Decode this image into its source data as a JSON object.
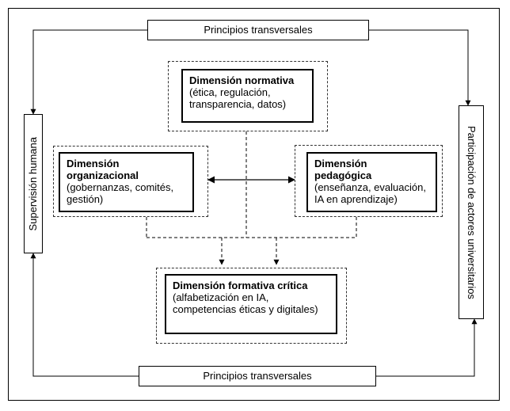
{
  "top_principles": "Principios transversales",
  "bottom_principles": "Principios transversales",
  "left_side": "Supervisión humana",
  "right_side": "Participación de actores universitarios",
  "normative": {
    "title": "Dimensión normativa",
    "detail_1": "(ética, regulación,",
    "detail_2": "transparencia, datos)"
  },
  "organizational": {
    "title_1": "Dimensión",
    "title_2": "organizacional",
    "detail_1": "(gobernanzas, comités,",
    "detail_2": "gestión)"
  },
  "pedagogical": {
    "title_1": "Dimensión",
    "title_2": "pedagógica",
    "detail_1": "(enseñanza, evaluación,",
    "detail_2": "IA en aprendizaje)"
  },
  "formative": {
    "title": "Dimensión formativa crítica",
    "detail_1": "(alfabetización en IA,",
    "detail_2": "competencias éticas y digitales)"
  }
}
